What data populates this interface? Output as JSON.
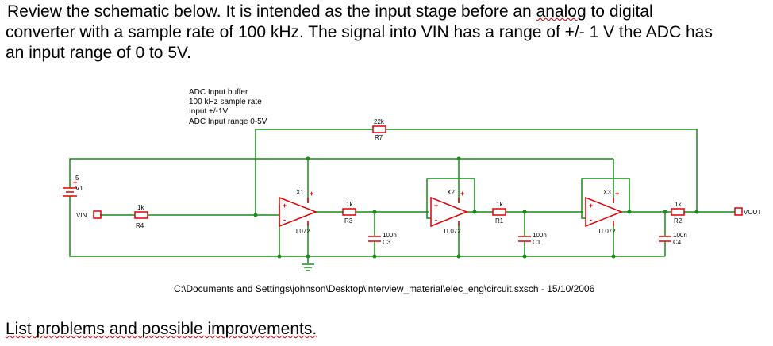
{
  "intro": {
    "line1_pre": "Review the schematic below. It is intended as the input stage before an ",
    "line1_word1": "analog",
    "line1_post": " to digital",
    "line2": "converter with a sample rate of 100 kHz. The signal into VIN has a range of +/- 1 V the ADC has",
    "line3": "an input range of 0 to 5V."
  },
  "schematic": {
    "note": [
      "ADC Input buffer",
      "100 kHz sample rate",
      "Input +/-1V",
      "ADC Input range 0-5V"
    ],
    "r7": {
      "value": "22k",
      "ref": "R7"
    },
    "v1": {
      "value": "5",
      "ref": "V1"
    },
    "vin_label": "VIN",
    "r4": {
      "value": "1k",
      "ref": "R4"
    },
    "x1": {
      "ref": "X1",
      "part": "TL072"
    },
    "x2": {
      "ref": "X2",
      "part": "TL072"
    },
    "x3": {
      "ref": "X3",
      "part": "TL072"
    },
    "r3": {
      "value": "1k",
      "ref": "R3"
    },
    "r1": {
      "value": "1k",
      "ref": "R1"
    },
    "r2": {
      "value": "1k",
      "ref": "R2"
    },
    "c3": {
      "value": "100n",
      "ref": "C3"
    },
    "c1": {
      "value": "100n",
      "ref": "C1"
    },
    "c4": {
      "value": "100n",
      "ref": "C4"
    },
    "vout_label": "VOUT",
    "plus_sign": "+",
    "minus_sign": "-",
    "footer": "C:\\Documents and Settings\\johnson\\Desktop\\interview_material\\elec_eng\\circuit.sxsch - 15/10/2006"
  },
  "colors": {
    "wire": "#1a8a1a",
    "component": "#e00000",
    "node": "#1a8a1a"
  },
  "question": "List problems and possible improvements."
}
